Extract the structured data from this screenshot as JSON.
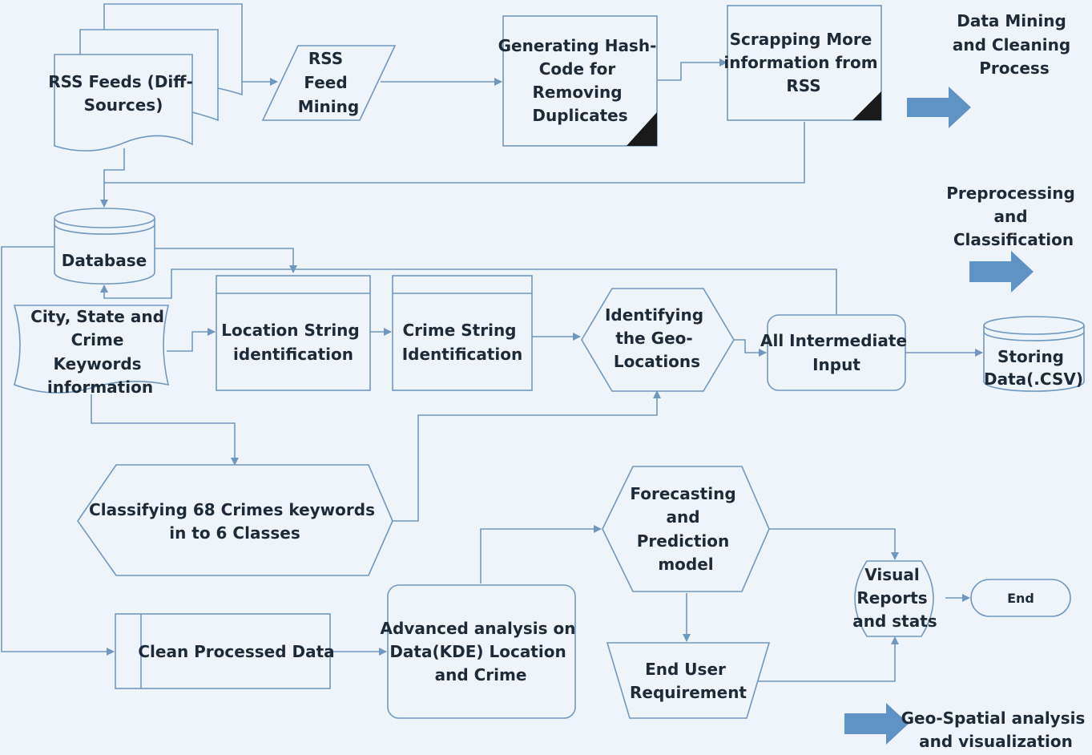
{
  "nodes": {
    "rss_feeds": [
      "RSS Feeds  (Diff-",
      "Sources)"
    ],
    "rss_mining": [
      "RSS",
      "Feed",
      "Mining"
    ],
    "hash_code": [
      "Generating Hash-",
      "Code for",
      "Removing",
      "Duplicates"
    ],
    "scrapping": [
      "Scrapping More",
      "information from",
      "RSS"
    ],
    "database": [
      "Database"
    ],
    "city_keywords": [
      "City, State and",
      "Crime",
      "Keywords",
      "information"
    ],
    "location_string": [
      "Location String",
      "identification"
    ],
    "crime_string": [
      "Crime String",
      "Identification"
    ],
    "geo_locations": [
      "Identifying",
      "the Geo-",
      "Locations"
    ],
    "intermediate_input": [
      "All Intermediate",
      "Input"
    ],
    "storing_data": [
      "Storing",
      "Data(.CSV)"
    ],
    "classifying": [
      "Classifying 68  Crimes keywords",
      "in to 6 Classes"
    ],
    "forecasting": [
      "Forecasting",
      "and",
      "Prediction",
      "model"
    ],
    "visual_reports": [
      "Visual",
      "Reports",
      "and stats"
    ],
    "end": [
      "End"
    ],
    "clean_data": [
      "Clean Processed Data"
    ],
    "advanced_analysis": [
      "Advanced analysis on",
      "Data(KDE) Location",
      "and Crime"
    ],
    "end_user": [
      "End User",
      "Requirement"
    ]
  },
  "stages": {
    "mining": [
      "Data Mining",
      "and Cleaning",
      "Process"
    ],
    "preprocessing": [
      "Preprocessing",
      "and",
      "Classification"
    ],
    "geospatial": [
      "Geo-Spatial analysis",
      "and visualization"
    ]
  },
  "colors": {
    "stroke": "#6f98c0",
    "fill": "#eef4fa",
    "text": "#1e2a38",
    "stage_arrow": "#5f93c6"
  }
}
